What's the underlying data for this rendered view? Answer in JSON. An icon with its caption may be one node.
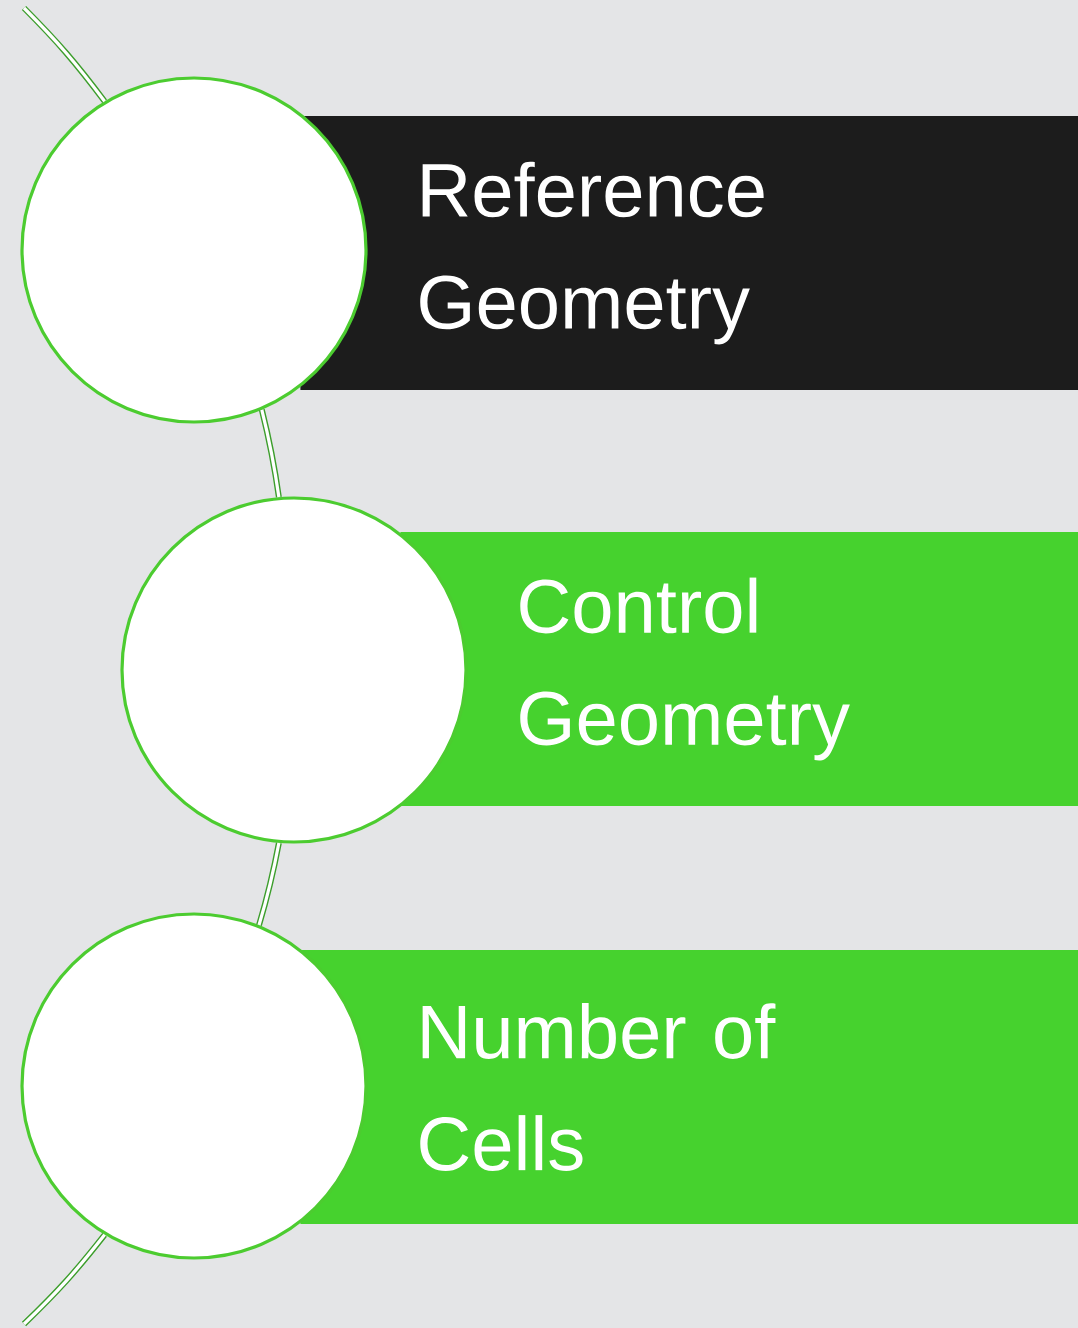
{
  "diagram": {
    "nodes": [
      {
        "text": [],
        "shape": "circle"
      },
      {
        "text": [
          "Reference Geometry"
        ]
      },
      {
        "text": [],
        "shape": "circle"
      },
      {
        "text": [
          "Control Geometry"
        ]
      },
      {
        "text": [],
        "shape": "circle"
      },
      {
        "text": [
          "Number of Cells"
        ]
      }
    ],
    "edges": [
      {
        "from": 0,
        "to": 2,
        "arrow": "none"
      },
      {
        "from": 2,
        "to": 4,
        "arrow": "none"
      }
    ]
  }
}
